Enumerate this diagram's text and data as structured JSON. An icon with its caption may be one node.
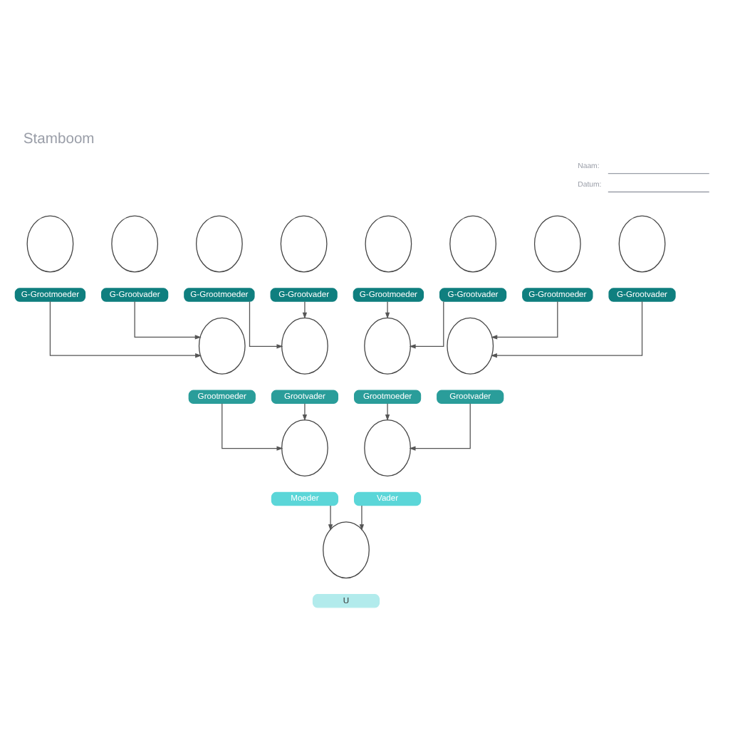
{
  "diagram": {
    "title": "Stamboom",
    "nodes": [
      {
        "text": [],
        "shape": "circle"
      },
      {
        "text": [
          "G-Grootmoeder"
        ]
      },
      {
        "text": [],
        "shape": "circle"
      },
      {
        "text": [
          "G-Grootvader"
        ]
      },
      {
        "text": [],
        "shape": "circle"
      },
      {
        "text": [
          "G-Grootmoeder"
        ]
      },
      {
        "text": [],
        "shape": "circle"
      },
      {
        "text": [
          "G-Grootvader"
        ]
      },
      {
        "text": [],
        "shape": "circle"
      },
      {
        "text": [
          "G-Grootmoeder"
        ]
      },
      {
        "text": [],
        "shape": "circle"
      },
      {
        "text": [
          "G-Grootvader"
        ]
      },
      {
        "text": [],
        "shape": "circle"
      },
      {
        "text": [
          "G-Grootmoeder"
        ]
      },
      {
        "text": [],
        "shape": "circle"
      },
      {
        "text": [
          "G-Grootvader"
        ]
      },
      {
        "text": [],
        "shape": "circle"
      },
      {
        "text": [
          "Grootmoeder"
        ]
      },
      {
        "text": [],
        "shape": "circle"
      },
      {
        "text": [
          "Grootvader"
        ]
      },
      {
        "text": [],
        "shape": "circle"
      },
      {
        "text": [
          "Grootmoeder"
        ]
      },
      {
        "text": [],
        "shape": "circle"
      },
      {
        "text": [
          "Grootvader"
        ]
      },
      {
        "text": [],
        "shape": "circle"
      },
      {
        "text": [
          "Moeder"
        ]
      },
      {
        "text": [],
        "shape": "circle"
      },
      {
        "text": [
          "Vader"
        ]
      },
      {
        "text": [],
        "shape": "circle"
      },
      {
        "text": [
          "U"
        ]
      }
    ],
    "edges": [
      {
        "from": 1,
        "to": 16,
        "arrow": "to"
      },
      {
        "from": 3,
        "to": 16,
        "arrow": "to"
      },
      {
        "from": 5,
        "to": 18,
        "arrow": "to"
      },
      {
        "from": 7,
        "to": 18,
        "arrow": "to"
      },
      {
        "from": 9,
        "to": 20,
        "arrow": "to"
      },
      {
        "from": 11,
        "to": 20,
        "arrow": "to"
      },
      {
        "from": 13,
        "to": 22,
        "arrow": "to"
      },
      {
        "from": 15,
        "to": 22,
        "arrow": "to"
      },
      {
        "from": 17,
        "to": 24,
        "arrow": "to"
      },
      {
        "from": 19,
        "to": 24,
        "arrow": "to"
      },
      {
        "from": 21,
        "to": 26,
        "arrow": "to"
      },
      {
        "from": 23,
        "to": 26,
        "arrow": "to"
      },
      {
        "from": 25,
        "to": 28,
        "arrow": "to"
      },
      {
        "from": 27,
        "to": 28,
        "arrow": "to"
      }
    ],
    "labels": [
      "Naam:",
      "Datum:"
    ]
  }
}
